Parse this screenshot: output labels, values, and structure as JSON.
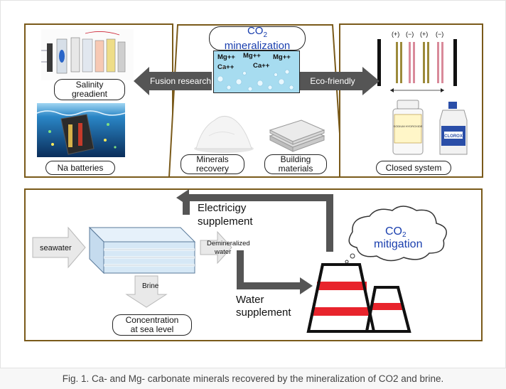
{
  "top_left": {
    "label_1": "Salinity",
    "label_2": "greadient",
    "battery_label": "Na batteries"
  },
  "top_center": {
    "title_1": "CO",
    "title_sub": "2",
    "title_2": "mineralization",
    "ions": [
      "Mg++",
      "Mg++",
      "Mg++",
      "Ca++",
      "Ca++"
    ],
    "minerals_1": "Minerals",
    "minerals_2": "recovery",
    "building_1": "Building",
    "building_2": "materials"
  },
  "top_right": {
    "label": "Closed system",
    "polarity": [
      "(+)",
      "(−)",
      "(+)",
      "(−)"
    ],
    "bottle_1": "SODIUM HYDROXIDE",
    "bottle_2": "CLOROX"
  },
  "arrows": {
    "left": "Fusion research",
    "right": "Eco-friendly"
  },
  "bottom": {
    "seawater": "seawater",
    "demin_1": "Demineralized",
    "demin_2": "water",
    "brine": "Brine",
    "conc_1": "Concentration",
    "conc_2": "at sea level",
    "elec_1": "Electricigy",
    "elec_2": "supplement",
    "water_1": "Water",
    "water_2": "supplement",
    "co2_1": "CO",
    "co2_sub": "2",
    "co2_2": "mitigation"
  },
  "caption": "Fig. 1. Ca- and Mg- carbonate minerals recovered by the mineralization of CO2 and brine.",
  "colors": {
    "frame": "#7a5a1a",
    "arrow_gray": "#555555",
    "co2_blue": "#1a3fae",
    "stripe_red": "#e8242c"
  }
}
